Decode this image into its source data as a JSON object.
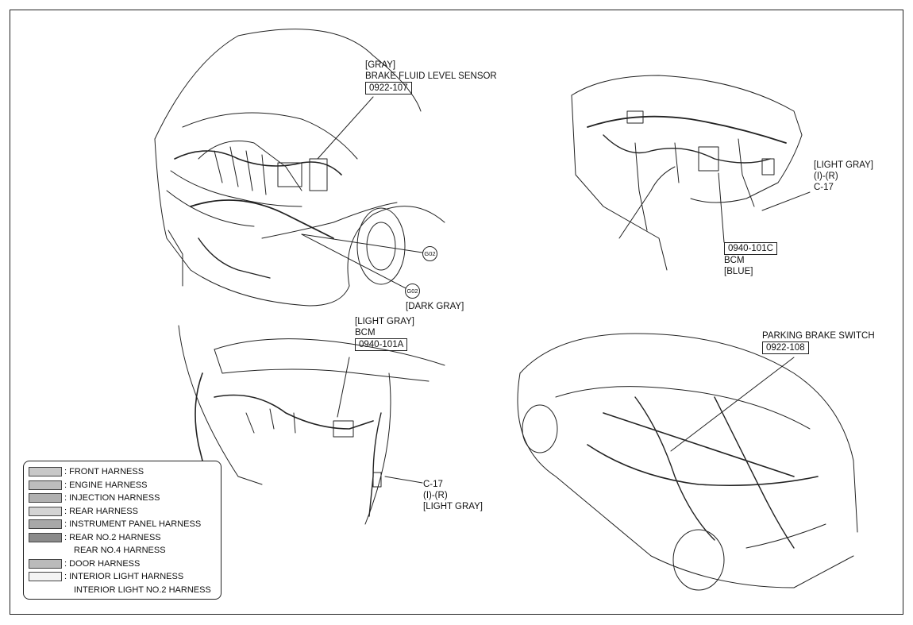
{
  "callouts": {
    "brake_fluid": {
      "color": "[GRAY]",
      "name": "BRAKE FLUID LEVEL SENSOR",
      "code": "0922-107"
    },
    "ground_1": {
      "code": "G02"
    },
    "ground_2": {
      "code": "G02",
      "color": "[DARK GRAY]"
    },
    "ip_right": {
      "color": "[LIGHT GRAY]",
      "pins": "(I)-(R)",
      "code": "C-17"
    },
    "bcm_blue": {
      "code": "0940-101C",
      "name": "BCM",
      "color": "[BLUE]"
    },
    "bcm_light_gray": {
      "color": "[LIGHT GRAY]",
      "name": "BCM",
      "code": "0940-101A"
    },
    "c17_lower": {
      "code": "C-17",
      "pins": "(I)-(R)",
      "color": "[LIGHT GRAY]"
    },
    "parking_brake": {
      "name": "PARKING BRAKE SWITCH",
      "code": "0922-108"
    }
  },
  "legend": {
    "items": [
      {
        "label": ": FRONT HARNESS",
        "swatch": "#c8c8c8"
      },
      {
        "label": ": ENGINE HARNESS",
        "swatch": "#bdbdbd"
      },
      {
        "label": ": INJECTION HARNESS",
        "swatch": "#b0b0b0"
      },
      {
        "label": ": REAR HARNESS",
        "swatch": "#d4d4d4"
      },
      {
        "label": ": INSTRUMENT PANEL HARNESS",
        "swatch": "#a8a8a8"
      },
      {
        "label": ": REAR NO.2 HARNESS",
        "swatch": "#8a8a8a",
        "sub": "REAR NO.4 HARNESS"
      },
      {
        "label": ": DOOR HARNESS",
        "swatch": "#bababa"
      },
      {
        "label": ": INTERIOR LIGHT HARNESS",
        "swatch": "#f4f4f4",
        "sub": "INTERIOR LIGHT NO.2 HARNESS"
      }
    ]
  }
}
